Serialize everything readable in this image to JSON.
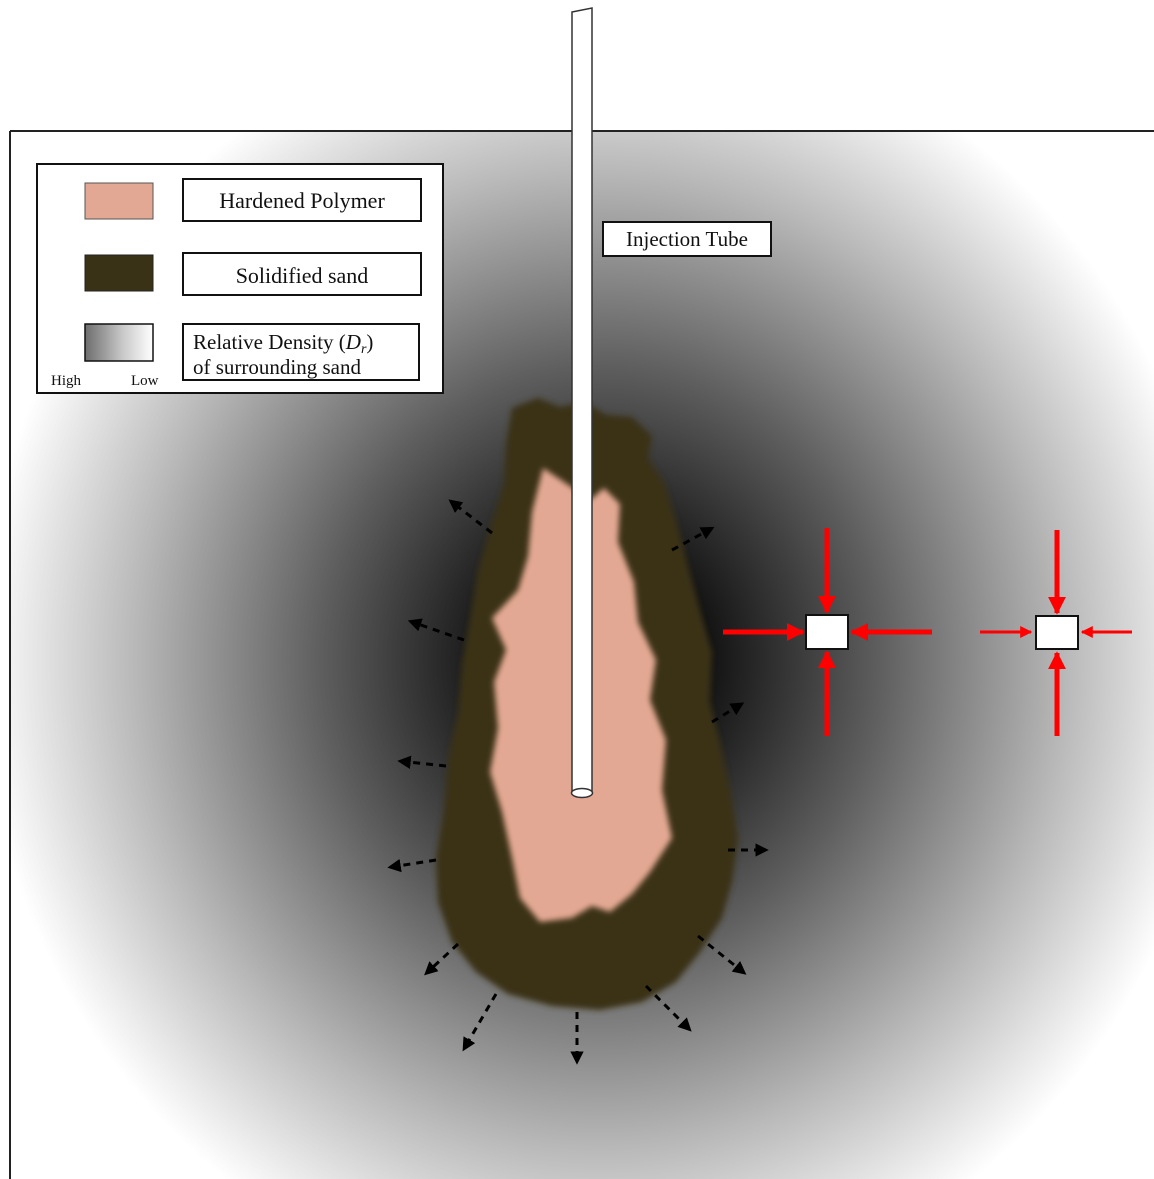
{
  "legend": {
    "items": [
      {
        "label": "Hardened Polymer",
        "swatch_color": "#e3a893"
      },
      {
        "label": "Solidified sand",
        "swatch_color": "#3a3217"
      },
      {
        "label_line1_prefix": "Relative Density (",
        "label_line1_var": "D",
        "label_line1_sub": "r",
        "label_line1_suffix": ")",
        "label_line2": "of surrounding sand",
        "gradient_high_label": "High",
        "gradient_low_label": "Low"
      }
    ]
  },
  "tube": {
    "label": "Injection Tube"
  },
  "colors": {
    "polymer": "#e3a893",
    "solidified_sand": "#3a3217",
    "high_density": "#141414",
    "low_density": "#ffffff",
    "stress_arrow": "#ff0000",
    "expansion_arrow": "#000000"
  }
}
